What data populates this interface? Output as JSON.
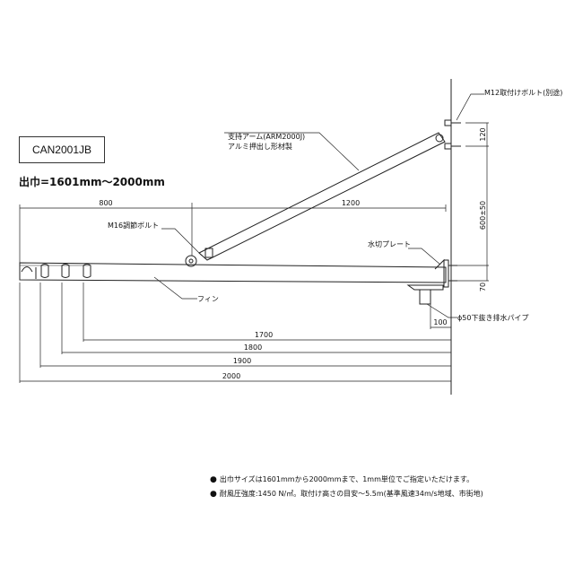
{
  "model": "CAN2001JB",
  "width_range": "出巾=1601mm〜2000mm",
  "labels": {
    "bolt": "M12取付けボルト(別途)",
    "arm_line1": "支持アーム(ARM2000J)",
    "arm_line2": "アルミ押出し形材製",
    "adjust_bolt": "M16調節ボルト",
    "drip_plate": "水切プレート",
    "fin": "フィン",
    "drain_pipe": "ϕ50下抜き排水パイプ"
  },
  "dimensions": {
    "top_left": "800",
    "top_right": "1200",
    "v_bolt": "120",
    "v_height": "600±50",
    "v_bottom": "70",
    "pipe_offset": "100",
    "d1700": "1700",
    "d1800": "1800",
    "d1900": "1900",
    "d2000": "2000"
  },
  "notes": [
    "出巾サイズは1601mmから2000mmまで、1mm単位でご指定いただけます。",
    "耐風圧強度:1450 N/㎡。取付け高さの目安〜5.5m(基準風速34m/s地域、市街地)"
  ],
  "colors": {
    "line": "#222222"
  }
}
